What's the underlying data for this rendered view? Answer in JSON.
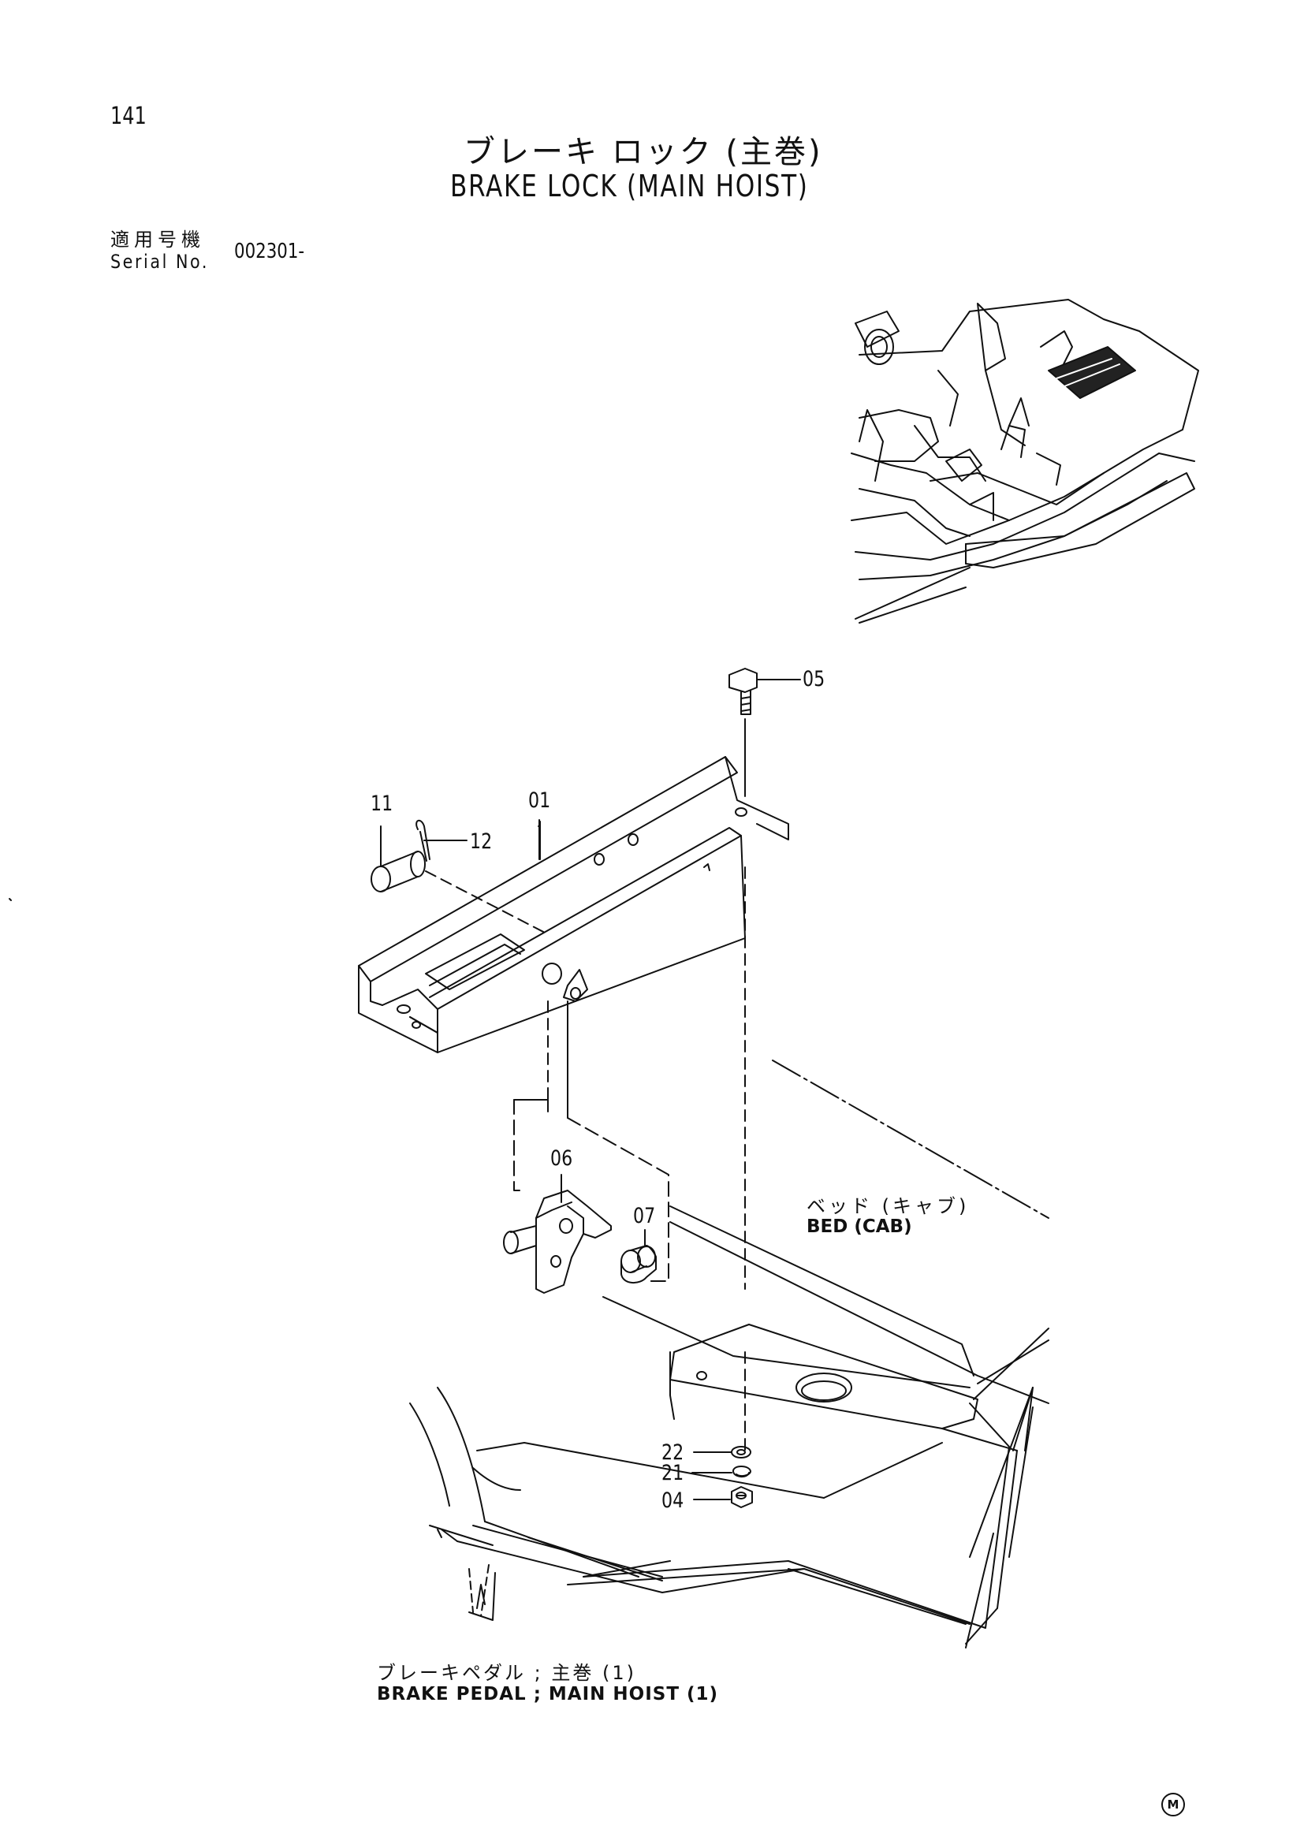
{
  "page_number": "141",
  "title_jp": "ブレーキ ロック (主巻)",
  "title_en": "BRAKE LOCK (MAIN HOIST)",
  "serial_label_jp": "適用号機",
  "serial_label_en": "Serial No.",
  "serial_value": "002301-",
  "callouts": {
    "c05": "05",
    "c11": "11",
    "c12": "12",
    "c01": "01",
    "c06": "06",
    "c07": "07",
    "c22": "22",
    "c21": "21",
    "c04": "04"
  },
  "bed_label_jp": "ベッド (キャブ)",
  "bed_label_en": "BED (CAB)",
  "pedal_label_jp": "ブレーキペダル ; 主巻 (1)",
  "pedal_label_en": "BRAKE PEDAL ; MAIN HOIST (1)",
  "mark": "M"
}
